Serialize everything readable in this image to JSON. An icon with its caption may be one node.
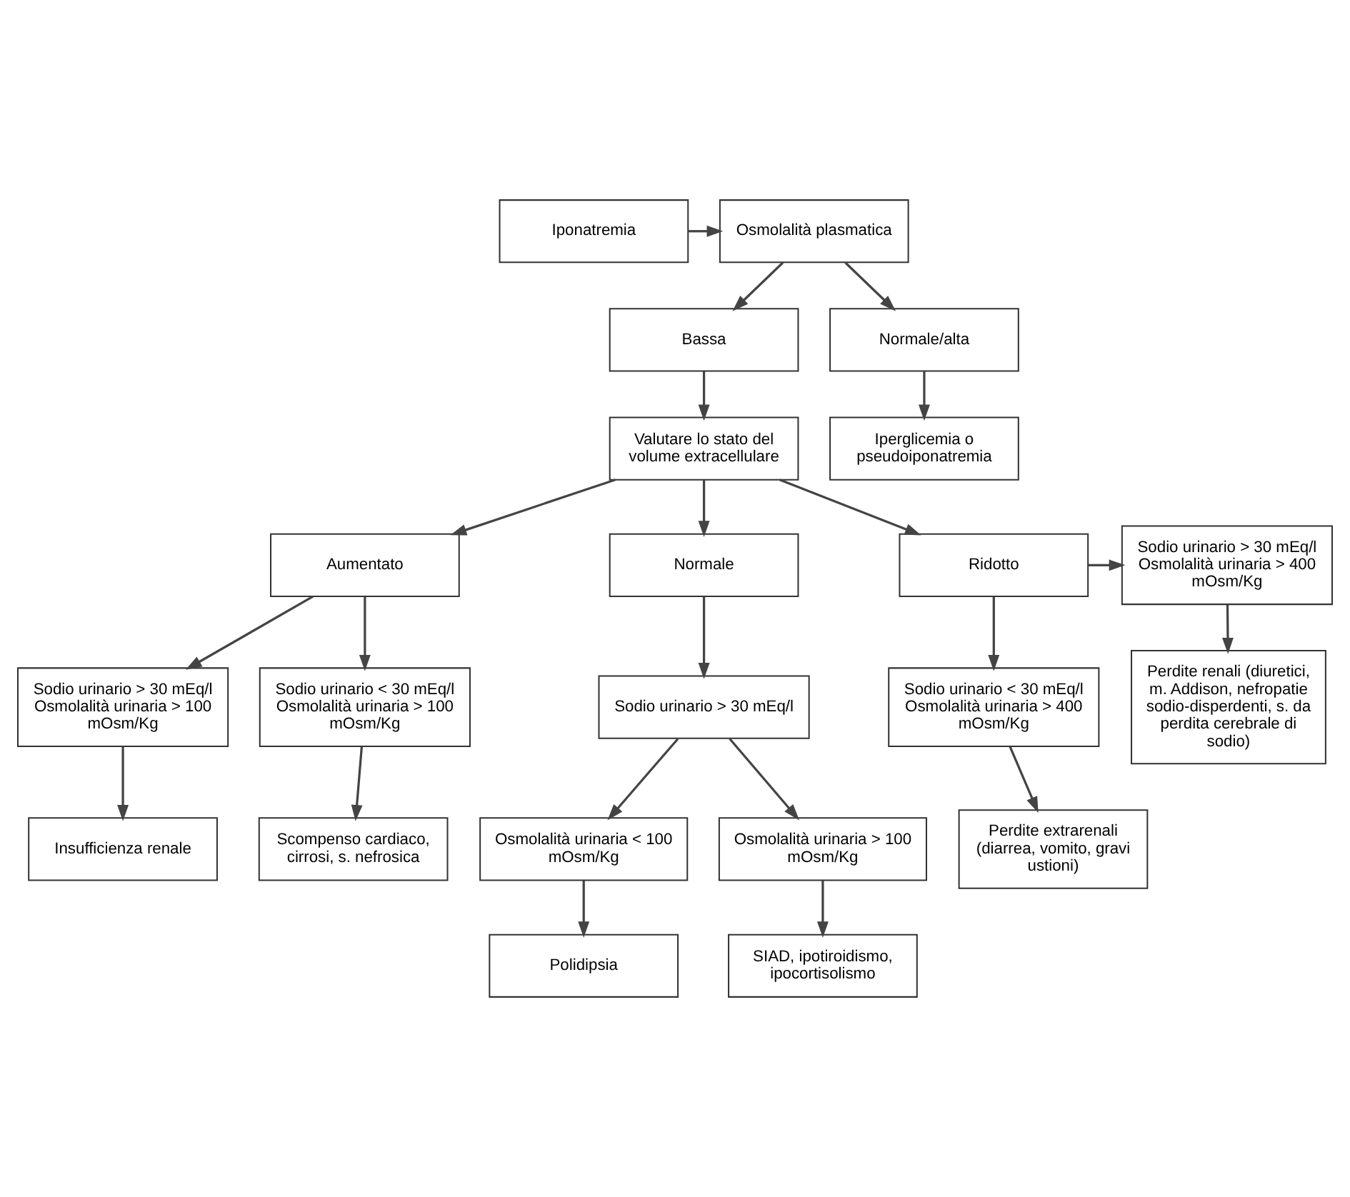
{
  "diagram": {
    "nodes": [
      {
        "text": [
          "Iponatremia"
        ]
      },
      {
        "text": [
          "Osmolalità plasmatica"
        ]
      },
      {
        "text": [
          "Bassa"
        ]
      },
      {
        "text": [
          "Normale/alta"
        ]
      },
      {
        "text": [
          "Iperglicemia o pseudoiponatremia"
        ]
      },
      {
        "text": [
          "Valutare lo stato del volume extracellulare"
        ]
      },
      {
        "text": [
          "Aumentato"
        ]
      },
      {
        "text": [
          "Normale"
        ]
      },
      {
        "text": [
          "Ridotto"
        ]
      },
      {
        "text": [
          "Sodio urinario > 30 mEq/l Osmolalità urinaria > 400 mOsm/Kg"
        ]
      },
      {
        "text": [
          "Sodio urinario > 30 mEq/l Osmolalità urinaria > 100 mOsm/Kg"
        ]
      },
      {
        "text": [
          "Sodio urinario < 30 mEq/l Osmolalità urinaria > 100 mOsm/Kg"
        ]
      },
      {
        "text": [
          "Sodio urinario > 30 mEq/l"
        ]
      },
      {
        "text": [
          "Sodio urinario < 30 mEq/l Osmolalità urinaria > 400 mOsm/Kg"
        ]
      },
      {
        "text": [
          "Perdite renali (diuretici, m. Addison, nefropatie sodio-disperdenti, s. da perdita cerebrale di sodio)"
        ]
      },
      {
        "text": [
          "Insufficienza renale"
        ]
      },
      {
        "text": [
          "Scompenso cardiaco, cirrosi, s. nefrosica"
        ]
      },
      {
        "text": [
          "Perdite extrarenali (diarrea, vomito, gravi ustioni)"
        ]
      },
      {
        "text": [
          "Osmolalità urinaria < 100 mOsm/Kg"
        ]
      },
      {
        "text": [
          "Osmolalità urinaria > 100 mOsm/Kg"
        ]
      },
      {
        "text": [
          "Polidipsia"
        ]
      },
      {
        "text": [
          "SIAD, ipotiroidismo, ipocortisolismo"
        ]
      }
    ],
    "edges": [
      {
        "from": 0,
        "to": 1,
        "arrow": "to"
      },
      {
        "from": 1,
        "to": 2,
        "arrow": "to"
      },
      {
        "from": 1,
        "to": 3,
        "arrow": "to"
      },
      {
        "from": 3,
        "to": 4,
        "arrow": "to"
      },
      {
        "from": 2,
        "to": 5,
        "arrow": "to"
      },
      {
        "from": 5,
        "to": 6,
        "arrow": "to"
      },
      {
        "from": 5,
        "to": 7,
        "arrow": "to"
      },
      {
        "from": 5,
        "to": 8,
        "arrow": "to"
      },
      {
        "from": 8,
        "to": 9,
        "arrow": "to"
      },
      {
        "from": 9,
        "to": 14,
        "arrow": "to"
      },
      {
        "from": 6,
        "to": 10,
        "arrow": "to"
      },
      {
        "from": 6,
        "to": 11,
        "arrow": "to"
      },
      {
        "from": 7,
        "to": 12,
        "arrow": "to"
      },
      {
        "from": 8,
        "to": 13,
        "arrow": "to"
      },
      {
        "from": 10,
        "to": 15,
        "arrow": "to"
      },
      {
        "from": 11,
        "to": 16,
        "arrow": "to"
      },
      {
        "from": 13,
        "to": 17,
        "arrow": "to"
      },
      {
        "from": 12,
        "to": 18,
        "arrow": "to"
      },
      {
        "from": 12,
        "to": 19,
        "arrow": "to"
      },
      {
        "from": 18,
        "to": 20,
        "arrow": "to"
      },
      {
        "from": 19,
        "to": 21,
        "arrow": "to"
      }
    ]
  }
}
